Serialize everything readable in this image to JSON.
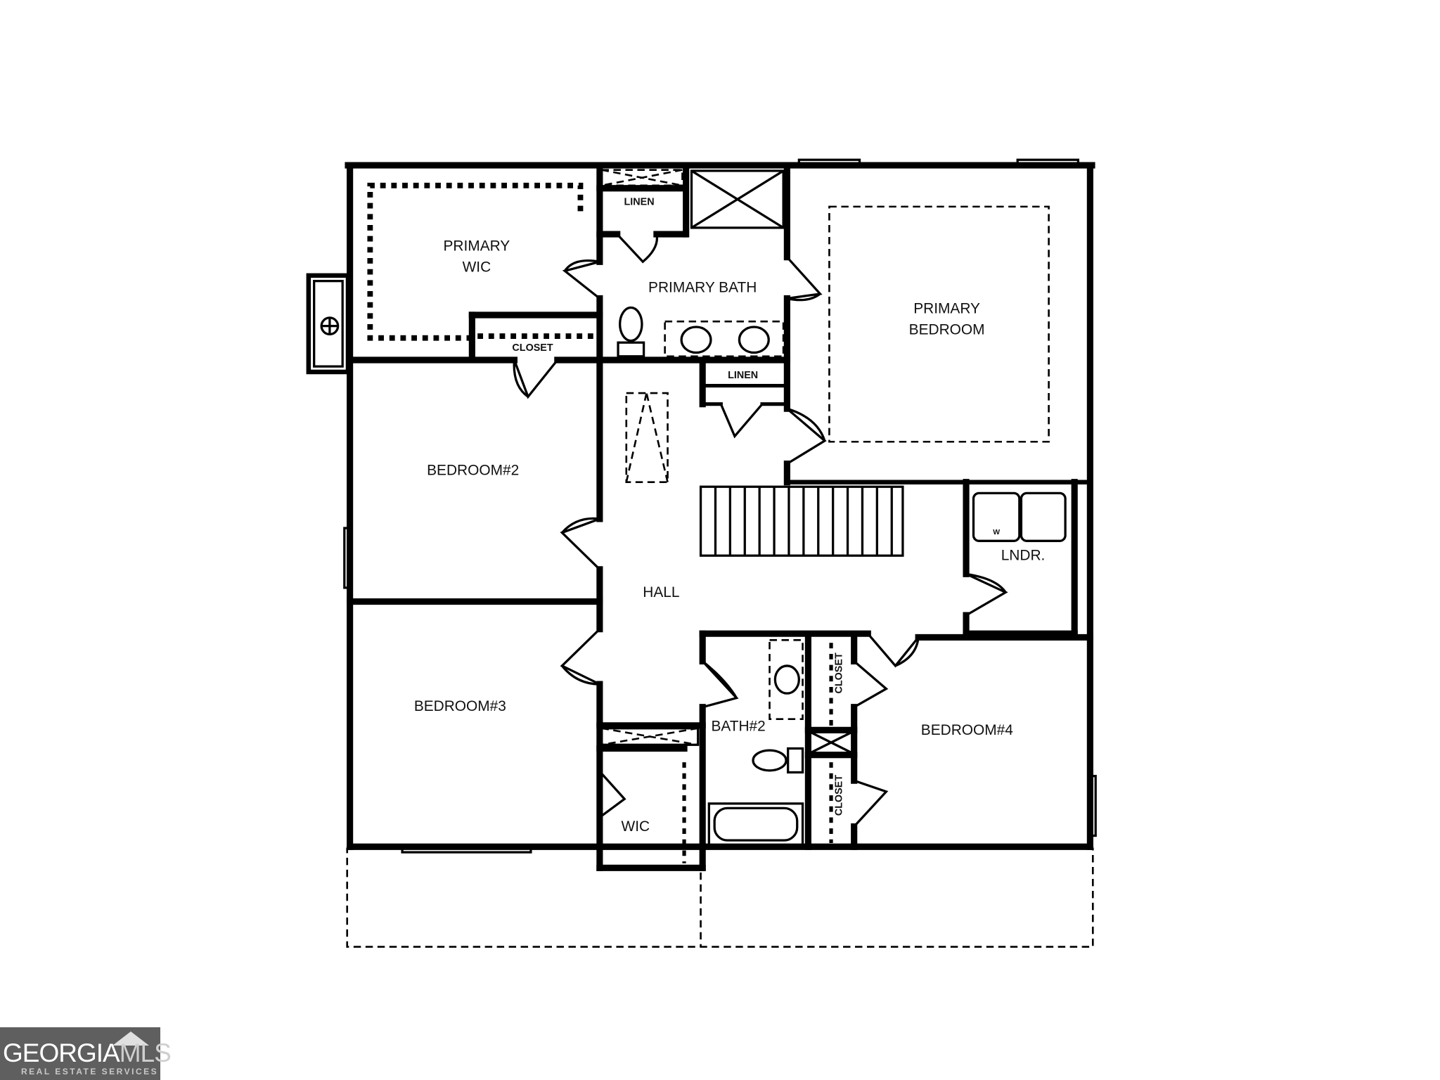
{
  "floor_plan": {
    "rooms": {
      "primary_wic": [
        "PRIMARY",
        "WIC"
      ],
      "primary_bath": "PRIMARY BATH",
      "primary_bedroom": [
        "PRIMARY",
        "BEDROOM"
      ],
      "linen_top": "LINEN",
      "linen_hall": "LINEN",
      "closet_wic": "CLOSET",
      "bedroom2": "BEDROOM#2",
      "bedroom3": "BEDROOM#3",
      "bedroom4": "BEDROOM#4",
      "hall": "HALL",
      "laundry": "LNDR.",
      "washer": "W",
      "bath2": "BATH#2",
      "closet_b4_upper": "CLOSET",
      "closet_b4_lower": "CLOSET",
      "wic": "WIC"
    }
  },
  "logo": {
    "brand_main": "GEORGIA",
    "brand_accent": "MLS",
    "tagline": "REAL ESTATE SERVICES"
  }
}
